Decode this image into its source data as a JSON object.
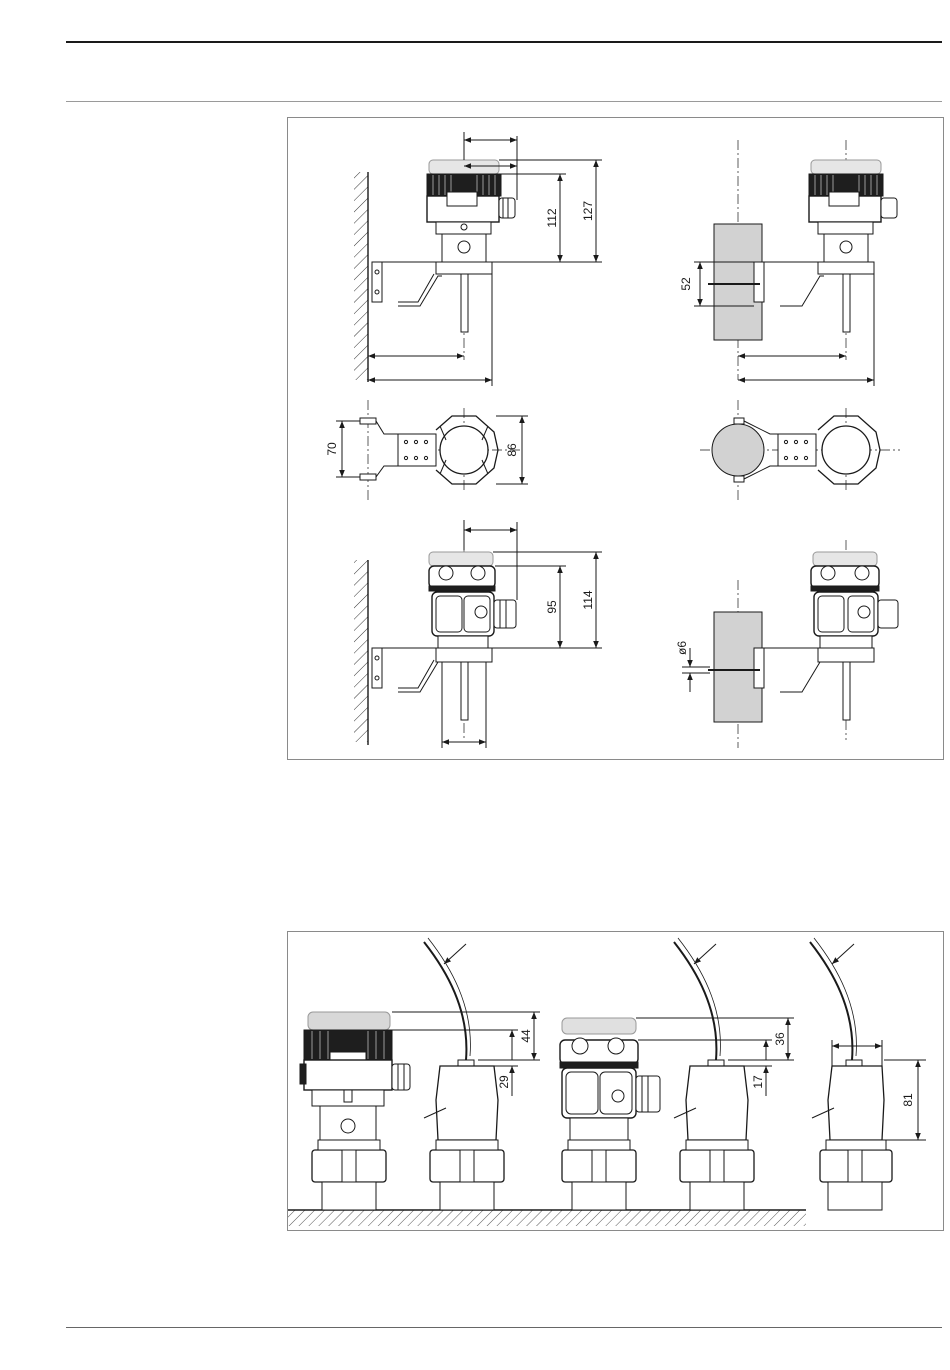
{
  "figure1": {
    "dims": {
      "d112": "112",
      "d127": "127",
      "d52": "52",
      "d70": "70",
      "d86": "86",
      "d95": "95",
      "d114": "114",
      "d6": "ø6"
    }
  },
  "figure2": {
    "dims": {
      "d44": "44",
      "d29": "29",
      "d36": "36",
      "d17": "17",
      "d81": "81"
    }
  },
  "colors": {
    "line": "#1a1a1a",
    "frame": "#8a8a8a",
    "housing_dark": "#1e1e1e",
    "housing_light": "#d8d8d8",
    "pipe_fill": "#d2d2d2",
    "ground_hatch": "#555555"
  }
}
